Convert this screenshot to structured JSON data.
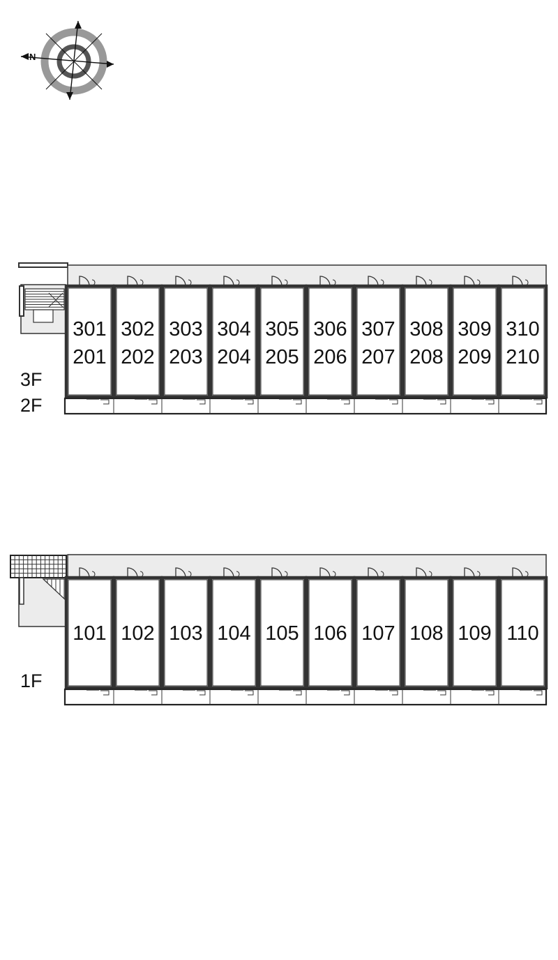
{
  "compass": {
    "icon": "compass-rose-icon",
    "north_label": "N"
  },
  "upper": {
    "floor_labels": [
      "3F",
      "2F"
    ],
    "units_top": [
      "301",
      "302",
      "303",
      "304",
      "305",
      "306",
      "307",
      "308",
      "309",
      "310"
    ],
    "units_bottom": [
      "201",
      "202",
      "203",
      "204",
      "205",
      "206",
      "207",
      "208",
      "209",
      "210"
    ]
  },
  "lower": {
    "floor_labels": [
      "1F"
    ],
    "units": [
      "101",
      "102",
      "103",
      "104",
      "105",
      "106",
      "107",
      "108",
      "109",
      "110"
    ]
  },
  "colors": {
    "line": "#333333",
    "corridor": "#ececec",
    "compass_gray": "#999999",
    "compass_dark": "#555555"
  }
}
